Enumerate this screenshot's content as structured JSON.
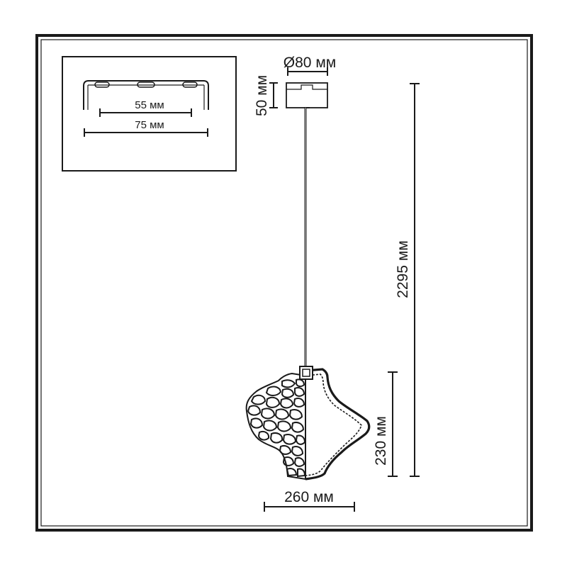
{
  "drawing": {
    "inset_bracket": {
      "mount_spacing_label": "55 мм",
      "overall_width_label": "75 мм"
    },
    "canopy": {
      "diameter_label": "Ø80 мм",
      "height_label": "50 мм"
    },
    "total_height_label": "2295 мм",
    "shade": {
      "height_label": "230 мм",
      "width_label": "260 мм"
    }
  }
}
